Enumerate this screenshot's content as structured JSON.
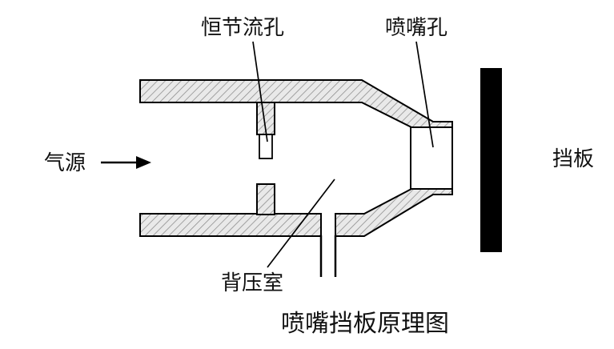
{
  "diagram": {
    "caption": "喷嘴挡板原理图",
    "labels": {
      "fixed_orifice": "恒节流孔",
      "nozzle_hole": "喷嘴孔",
      "air_supply": "气源",
      "flapper": "挡板",
      "back_pressure_chamber": "背压室"
    },
    "colors": {
      "outline": "#000000",
      "hatch_fill": "#e9e9e9",
      "hatch_line": "#8a8a8a",
      "flapper_fill": "#000000",
      "background": "#ffffff",
      "text": "#111111"
    }
  }
}
